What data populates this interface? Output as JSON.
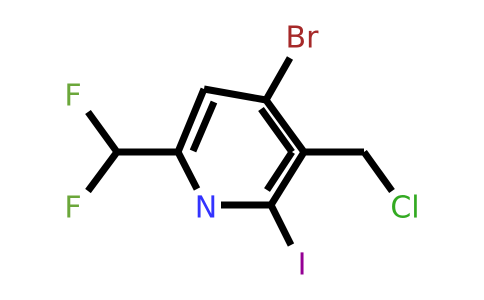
{
  "structure": {
    "atoms": [
      {
        "id": "br",
        "label": "Br",
        "color": "#A62929"
      },
      {
        "id": "f1",
        "label": "F",
        "color": "#6BA73A"
      },
      {
        "id": "f2",
        "label": "F",
        "color": "#6BA73A"
      },
      {
        "id": "n",
        "label": "N",
        "color": "#3333FF"
      },
      {
        "id": "cl",
        "label": "Cl",
        "color": "#33AA22"
      },
      {
        "id": "i",
        "label": "I",
        "color": "#940094"
      }
    ]
  }
}
